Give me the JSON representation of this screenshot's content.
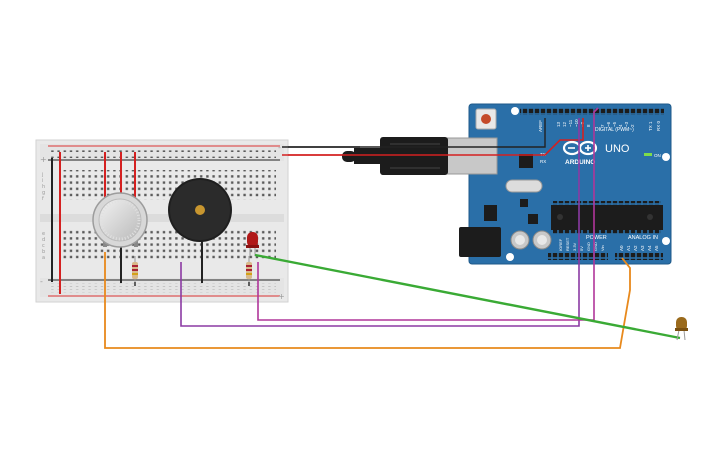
{
  "arduino": {
    "brand_label": "ARDUINO",
    "model_label": "UNO",
    "aref_label": "AREF",
    "digital_label": "DIGITAL (PWM~)",
    "power_label": "POWER",
    "analog_label": "ANALOG IN",
    "on_label": "ON",
    "tx_label": "TX",
    "rx_label": "RX",
    "digital_pins": [
      "13",
      "12",
      "~11",
      "~10",
      "~9",
      "8",
      "7",
      "~6",
      "~5",
      "4",
      "~3",
      "2",
      "TX 1",
      "RX 0"
    ],
    "power_pins": [
      "IOREF",
      "RESET",
      "3.3V",
      "5V",
      "GND",
      "GND",
      "Vin"
    ],
    "analog_pins": [
      "A0",
      "A1",
      "A2",
      "A3",
      "A4",
      "A5"
    ]
  },
  "breadboard": {
    "top_rail_plus": "+",
    "top_rail_minus": "-",
    "bottom_rail_plus": "+",
    "bottom_rail_minus": "-",
    "row_letters_top": [
      "j",
      "i",
      "h",
      "g",
      "f"
    ],
    "row_letters_bottom": [
      "e",
      "d",
      "c",
      "b",
      "a"
    ]
  },
  "components": [
    "gas-sensor",
    "piezo-buzzer",
    "red-led",
    "resistor",
    "resistor",
    "usb-cable",
    "external-led"
  ],
  "colors": {
    "arduino_board": "#2a6fa8",
    "wire_red": "#d42020",
    "wire_black": "#222222",
    "wire_green": "#3aaa35",
    "wire_purple": "#8b3aa3",
    "wire_magenta": "#b0369a",
    "wire_orange": "#e8891c"
  }
}
